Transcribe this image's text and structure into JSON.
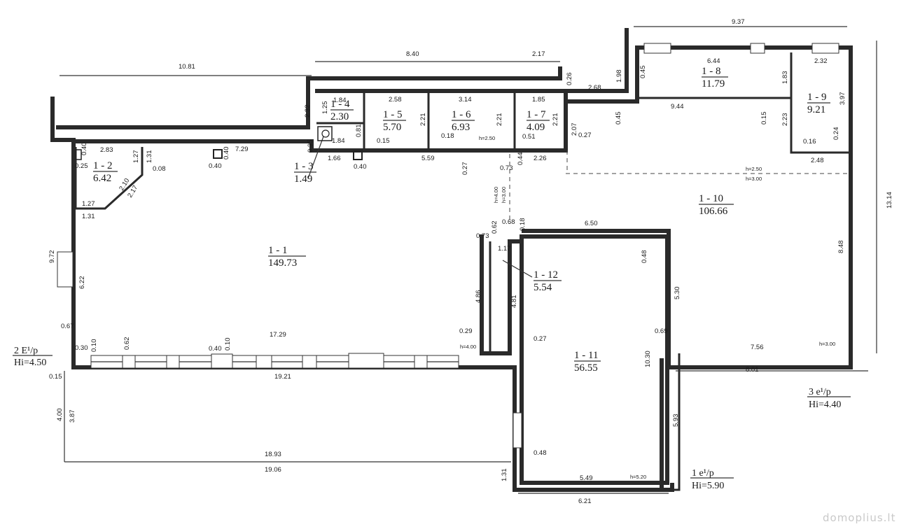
{
  "rooms": [
    {
      "id": "1 - 1",
      "area": "149.73"
    },
    {
      "id": "1 - 2",
      "area": "6.42"
    },
    {
      "id": "1 - 3",
      "area": "1.49"
    },
    {
      "id": "1 - 4",
      "area": "2.30"
    },
    {
      "id": "1 - 5",
      "area": "5.70"
    },
    {
      "id": "1 - 6",
      "area": "6.93"
    },
    {
      "id": "1 - 7",
      "area": "4.09"
    },
    {
      "id": "1 - 8",
      "area": "11.79"
    },
    {
      "id": "1 - 9",
      "area": "9.21"
    },
    {
      "id": "1 - 10",
      "area": "106.66"
    },
    {
      "id": "1 - 11",
      "area": "56.55"
    },
    {
      "id": "1 - 12",
      "area": "5.54"
    }
  ],
  "levels": [
    {
      "mark": "2 E¹/p",
      "height": "Hi=4.50"
    },
    {
      "mark": "3 e¹/p",
      "height": "Hi=4.40"
    },
    {
      "mark": "1 e¹/p",
      "height": "Hi=5.90"
    }
  ],
  "heights": [
    "h=2.50",
    "h=2.50",
    "h=3.00",
    "h=4.00",
    "h=3.00",
    "h=4.00",
    "h=3.00",
    "h=5.20"
  ],
  "dims": [
    "10.81",
    "8.40",
    "2.17",
    "9.37",
    "6.44",
    "2.32",
    "1.98",
    "0.26",
    "2.68",
    "0.45",
    "1.83",
    "3.97",
    "9.44",
    "0.45",
    "0.15",
    "2.23",
    "0.24",
    "0.16",
    "2.48",
    "13.14",
    "8.48",
    "1.84",
    "2.58",
    "3.14",
    "1.85",
    "1.25",
    "2.21",
    "2.21",
    "2.21",
    "2.07",
    "0.27",
    "0.81",
    "1.84",
    "0.15",
    "0.18",
    "0.51",
    "2.32",
    "0.35",
    "1.66",
    "0.40",
    "5.59",
    "0.27",
    "0.73",
    "0.44",
    "2.26",
    "0.40",
    "2.83",
    "1.31",
    "1.27",
    "7.29",
    "0.40",
    "0.40",
    "0.25",
    "0.08",
    "2.10",
    "2.17",
    "1.27",
    "1.31",
    "9.72",
    "6.22",
    "0.67",
    "0.30",
    "0.10",
    "0.62",
    "0.40",
    "0.10",
    "17.29",
    "0.15",
    "19.21",
    "4.00",
    "3.87",
    "18.93",
    "19.06",
    "0.62",
    "0.68",
    "0.18",
    "0.73",
    "1.17",
    "4.86",
    "4.81",
    "0.29",
    "0.27",
    "6.50",
    "0.48",
    "5.30",
    "0.69",
    "7.56",
    "10.30",
    "8.01",
    "5.93",
    "0.48",
    "5.49",
    "1.31",
    "6.21"
  ],
  "watermark": "domoplius.lt"
}
